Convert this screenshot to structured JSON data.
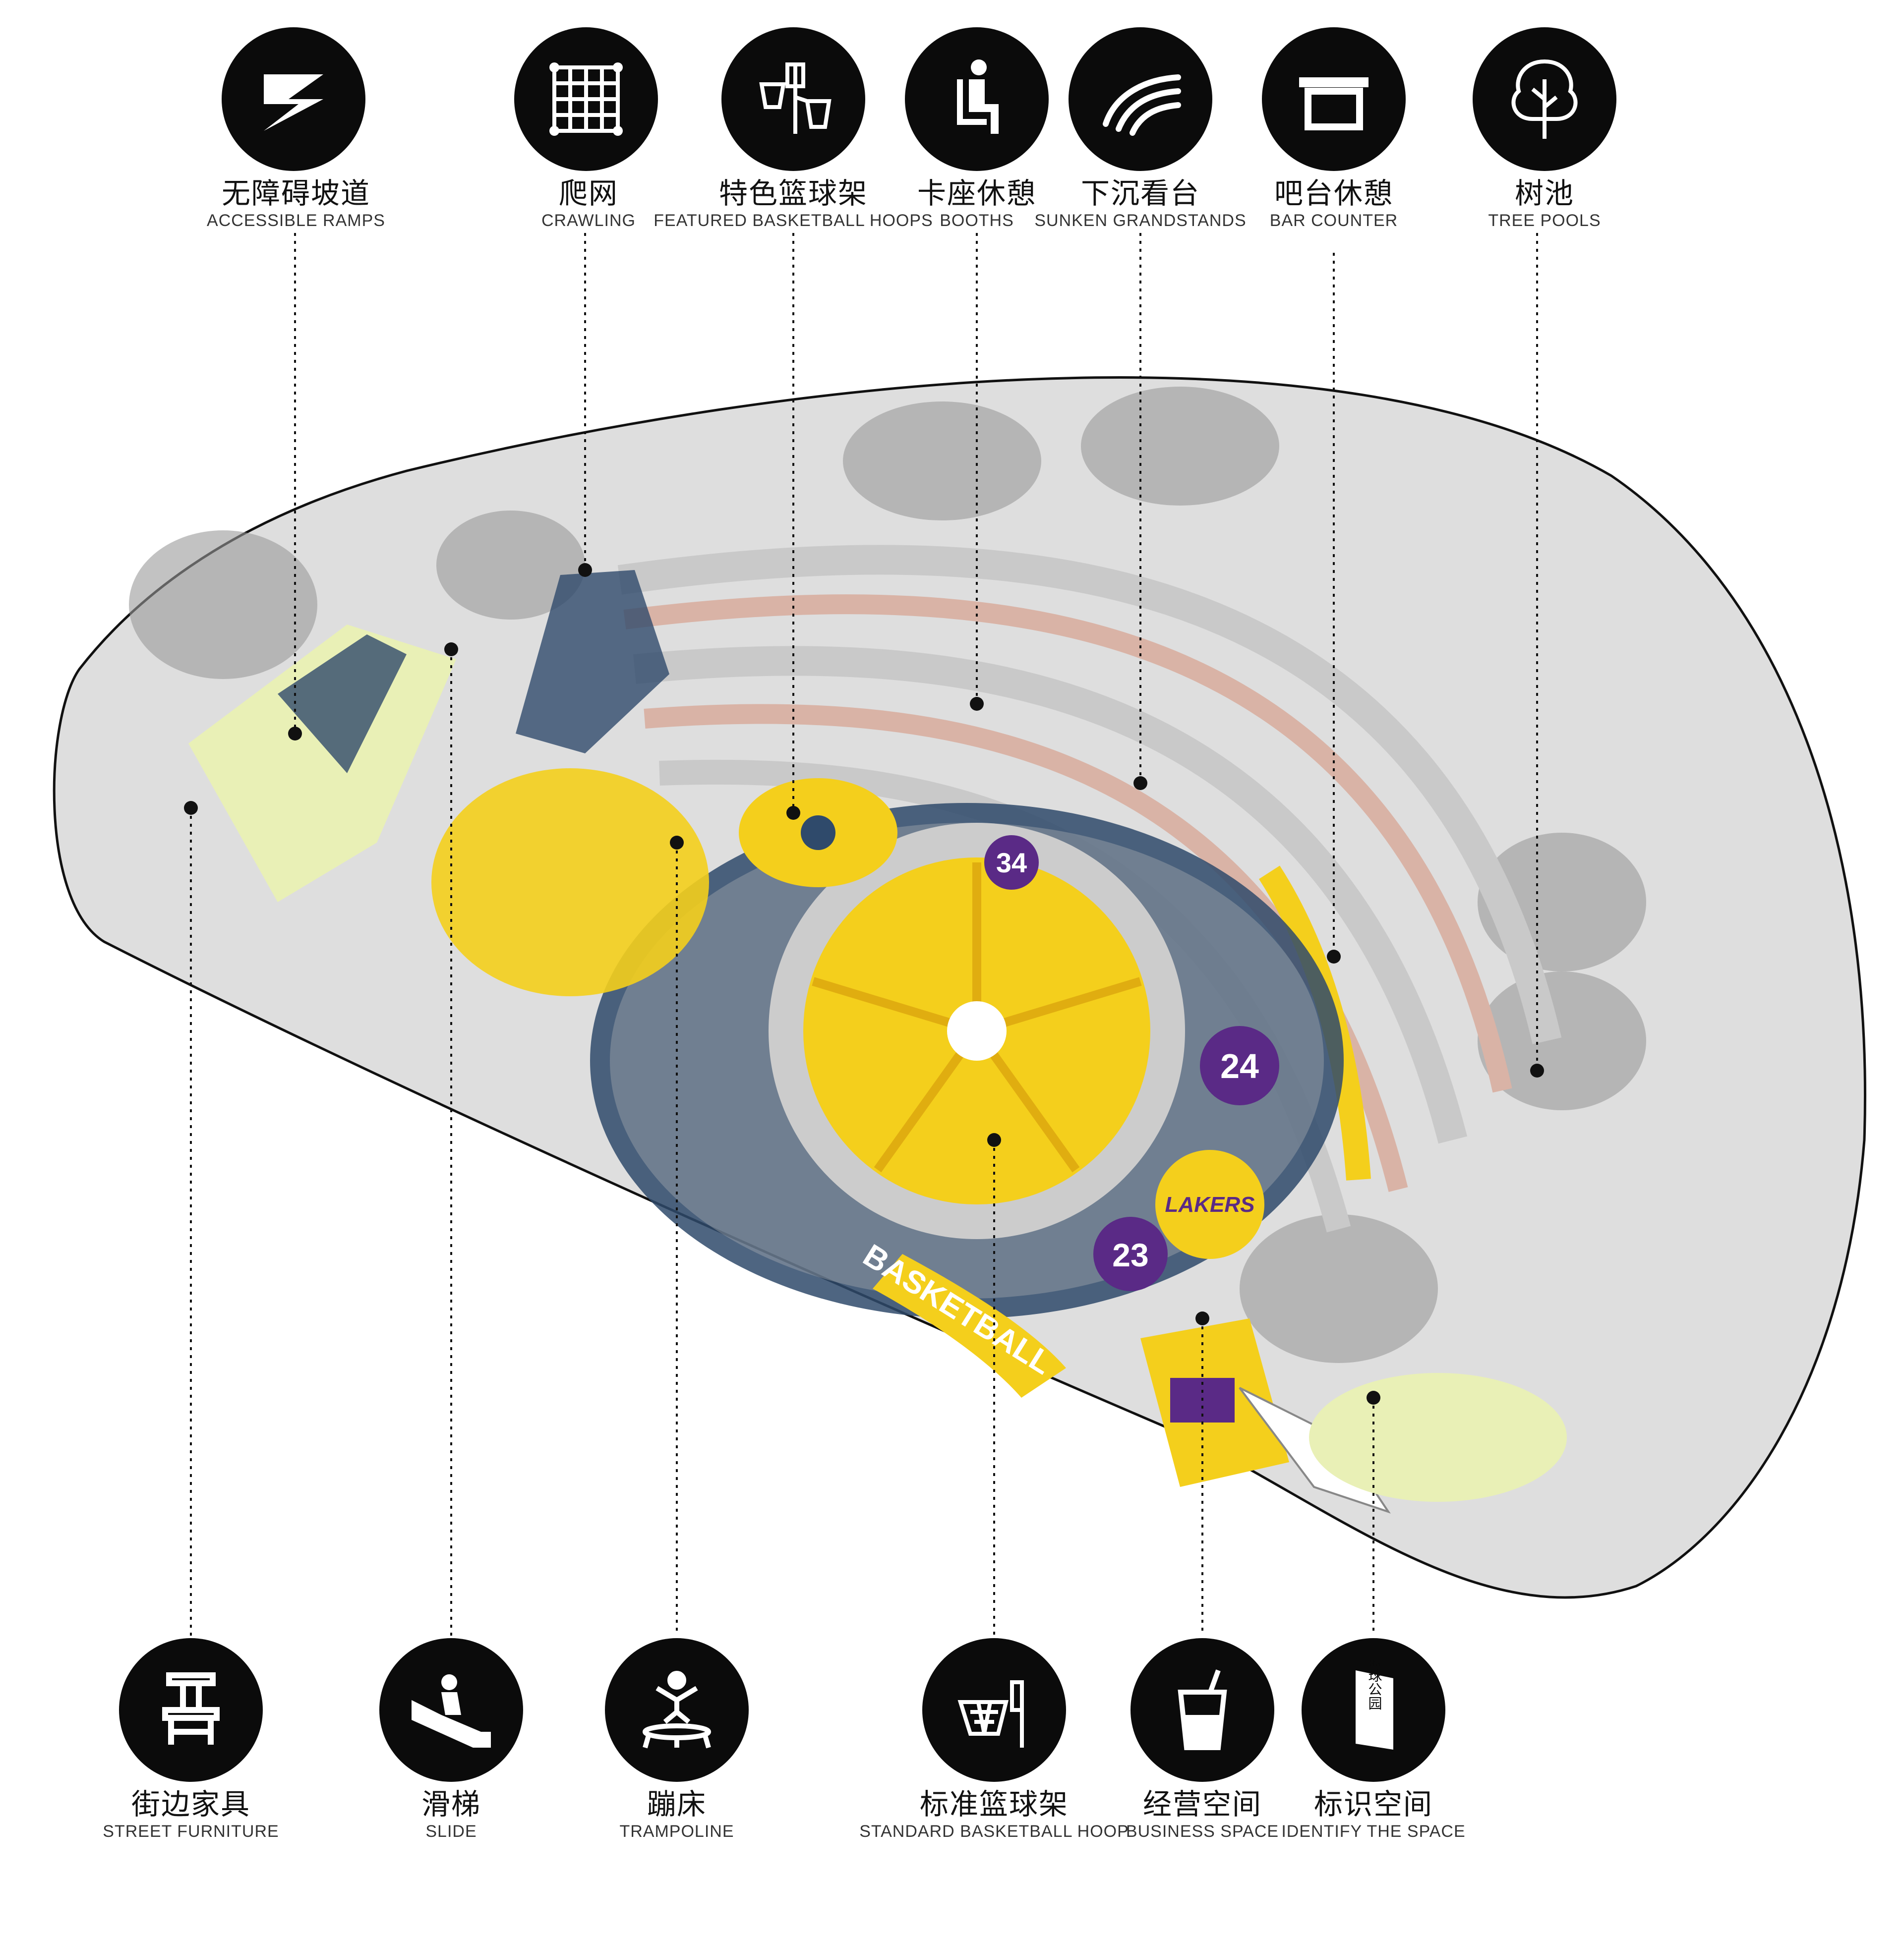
{
  "top_items": [
    {
      "zh": "无障碍坡道",
      "en": "ACCESSIBLE RAMPS",
      "icon": "ramp-icon"
    },
    {
      "zh": "爬网",
      "en": "CRAWLING",
      "icon": "net-icon"
    },
    {
      "zh": "特色篮球架",
      "en": "FEATURED BASKETBALL HOOPS",
      "icon": "featured-hoop-icon"
    },
    {
      "zh": "卡座休憩",
      "en": "BOOTHS",
      "icon": "seat-icon"
    },
    {
      "zh": "下沉看台",
      "en": "SUNKEN GRANDSTANDS",
      "icon": "grandstand-icon"
    },
    {
      "zh": "吧台休憩",
      "en": "BAR COUNTER",
      "icon": "bar-counter-icon"
    },
    {
      "zh": "树池",
      "en": "TREE POOLS",
      "icon": "tree-icon"
    }
  ],
  "bottom_items": [
    {
      "zh": "街边家具",
      "en": "STREET FURNITURE",
      "icon": "chair-icon"
    },
    {
      "zh": "滑梯",
      "en": "SLIDE",
      "icon": "slide-icon"
    },
    {
      "zh": "蹦床",
      "en": "TRAMPOLINE",
      "icon": "trampoline-icon"
    },
    {
      "zh": "标准篮球架",
      "en": "STANDARD BASKETBALL HOOP",
      "icon": "standard-hoop-icon"
    },
    {
      "zh": "经营空间",
      "en": "BUSINESS SPACE",
      "icon": "drink-icon"
    },
    {
      "zh": "标识空间",
      "en": "IDENTIFY THE SPACE",
      "icon": "sign-icon"
    }
  ],
  "court_text": {
    "wordmark": "BASKETBALL",
    "jersey_numbers": [
      "34",
      "24",
      "23"
    ],
    "team_logo": "LAKERS",
    "sign_text": "篮球公园"
  },
  "colors": {
    "yellow": "#f4cf1c",
    "light_yellow": "#f7e35a",
    "navy": "#2f4a6b",
    "purple": "#5a2a86",
    "pink": "#d9b3a6",
    "site_gray": "#dcdcdc",
    "icon_black": "#0b0b0b"
  }
}
